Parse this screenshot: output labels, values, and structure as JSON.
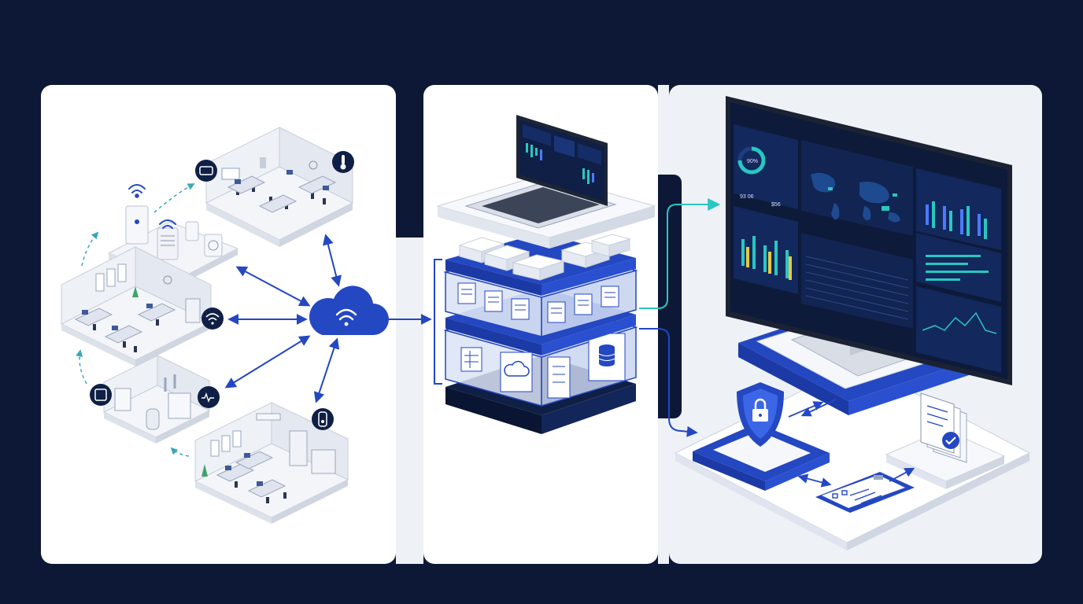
{
  "colors": {
    "background": "#0c1836",
    "panel": "#ffffff",
    "accent_blue": "#2447c2",
    "accent_teal": "#28c7c2",
    "dark_navy": "#0f1f45"
  },
  "icons": {
    "cloud": "cloud-wifi-icon",
    "thermometer": "thermometer-icon",
    "wifi": "wifi-icon",
    "sensor": "sensor-icon",
    "meter": "meter-icon",
    "shield": "shield-lock-icon",
    "clipboard": "clipboard-checklist-icon",
    "documents": "document-check-icon",
    "database": "database-icon",
    "laptop": "laptop-icon",
    "monitor": "monitor-icon"
  },
  "dashboard": {
    "gauge_value": "90%",
    "stat_1": "93 06",
    "stat_2": "$56"
  }
}
